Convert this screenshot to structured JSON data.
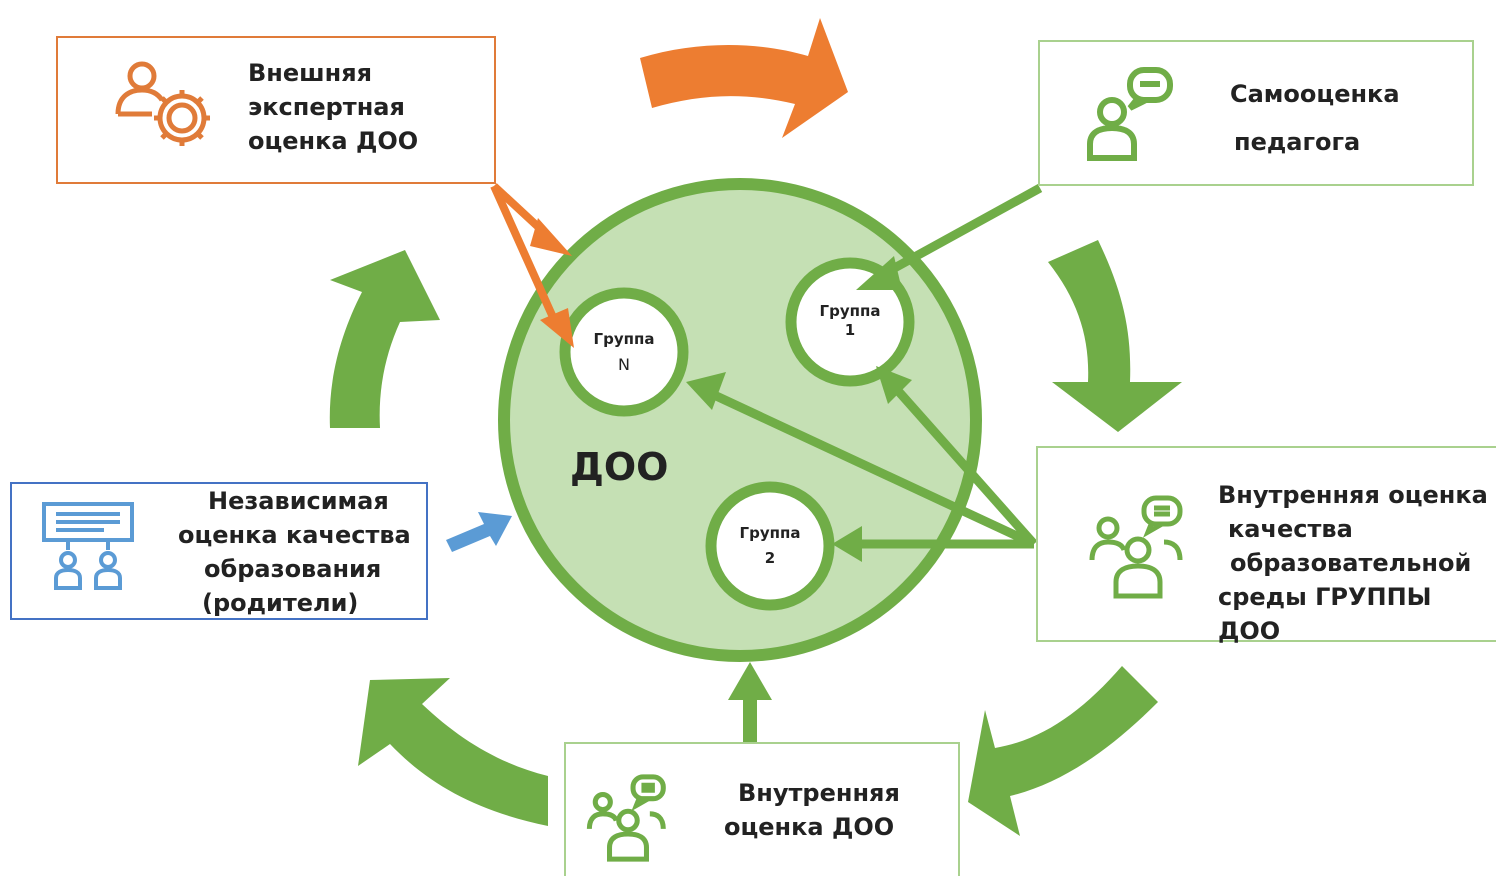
{
  "center": {
    "label": "ДОО"
  },
  "groups": [
    {
      "line1": "Группа",
      "line2": "N"
    },
    {
      "line1": "Группа",
      "line2": "1"
    },
    {
      "line1": "Группа",
      "line2": "2"
    }
  ],
  "boxes": {
    "external": {
      "lines": [
        "Внешняя",
        "экспертная",
        "оценка ДОО"
      ],
      "icon": "person-gear-icon",
      "color": "#e07b39"
    },
    "self": {
      "lines": [
        "Самооценка",
        "педагога"
      ],
      "icon": "person-speech-icon",
      "color": "#70ad47"
    },
    "group_internal": {
      "lines": [
        "Внутренняя оценка",
        "качества",
        "образовательной",
        "среды ГРУППЫ ДОО"
      ],
      "icon": "people-speech-icon",
      "color": "#70ad47"
    },
    "doo_internal": {
      "lines": [
        "Внутренняя",
        "оценка ДОО"
      ],
      "icon": "people-speech-icon",
      "color": "#70ad47"
    },
    "independent": {
      "lines": [
        "Независимая",
        "оценка качества",
        "образования",
        "(родители)"
      ],
      "icon": "presentation-audience-icon",
      "color": "#5b9bd5"
    }
  },
  "colors": {
    "green": "#70ad47",
    "light_green": "#c5e0b4",
    "orange": "#ed7d31",
    "blue": "#5b9bd5"
  }
}
